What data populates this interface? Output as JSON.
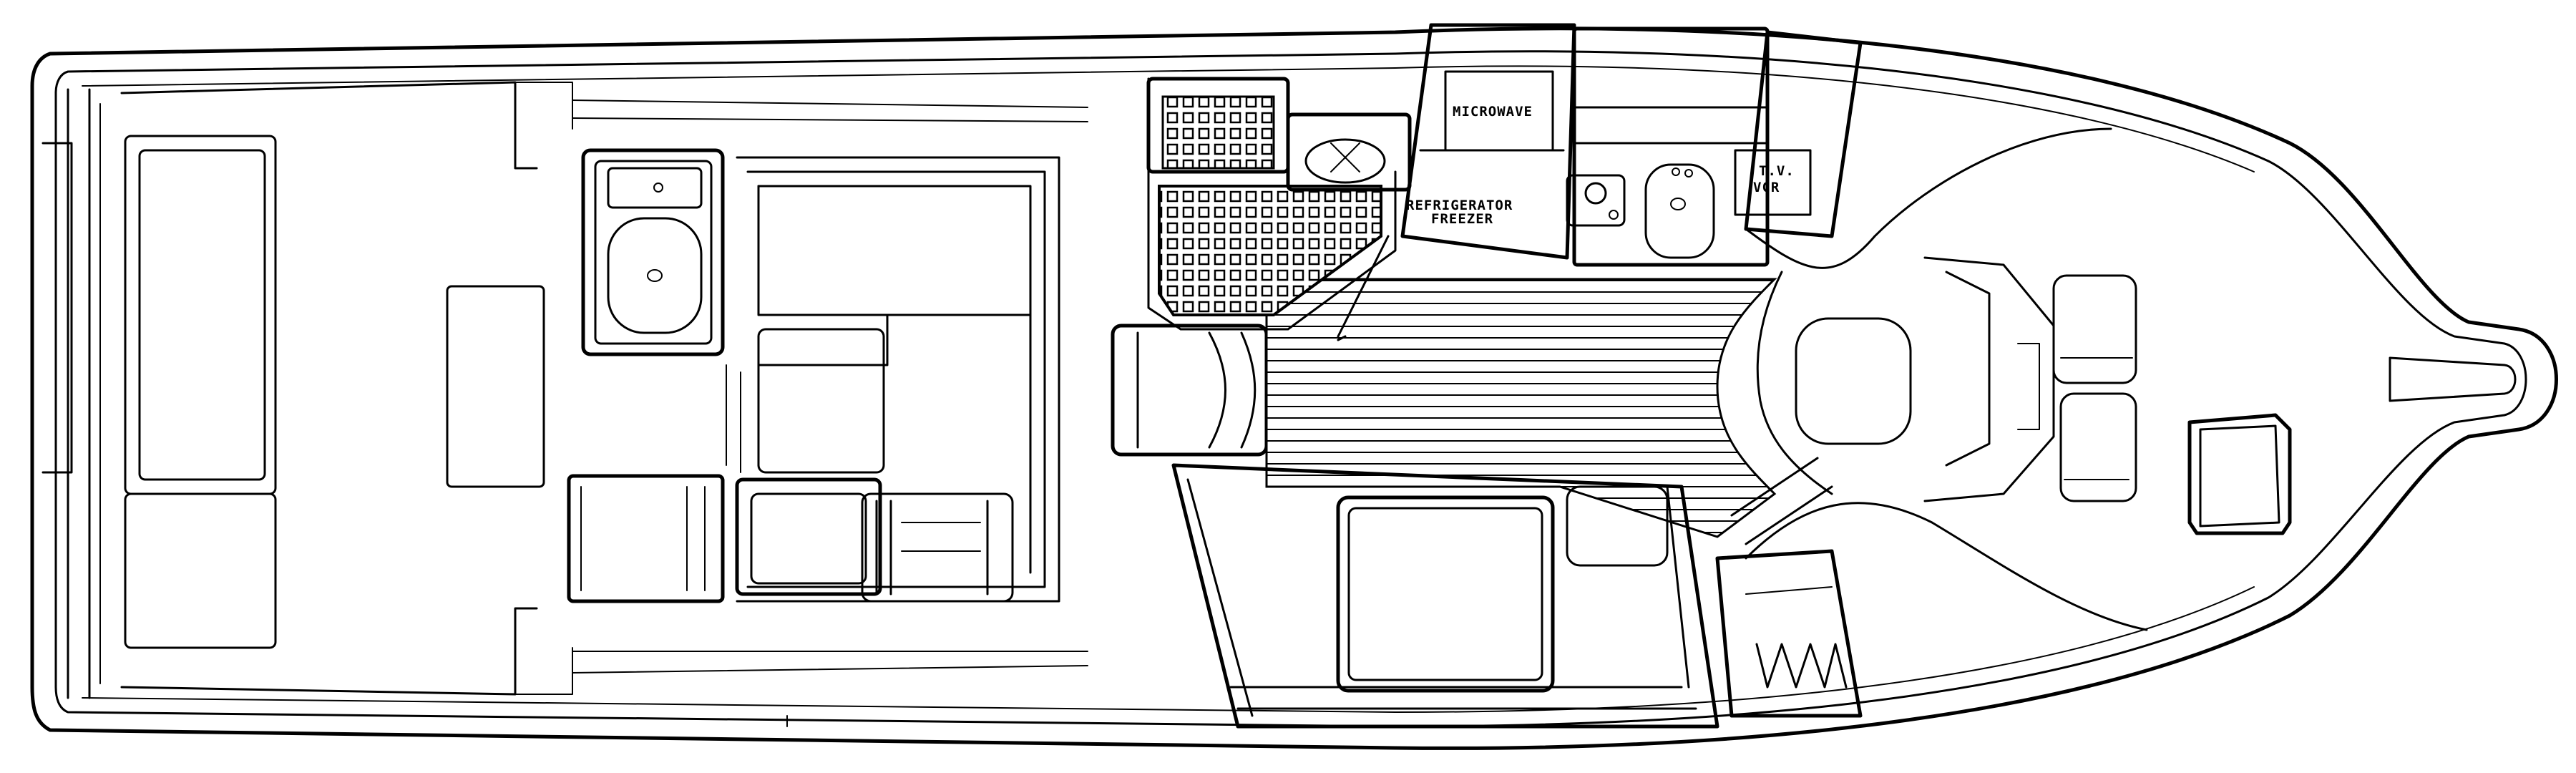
{
  "diagram": {
    "labels": {
      "microwave": "MICROWAVE",
      "refrigerator": "REFRIGERATOR",
      "freezer": "FREEZER",
      "tv": "T.V.",
      "vcr": "VCR"
    },
    "colors": {
      "line": "#000000",
      "background": "#ffffff"
    }
  }
}
